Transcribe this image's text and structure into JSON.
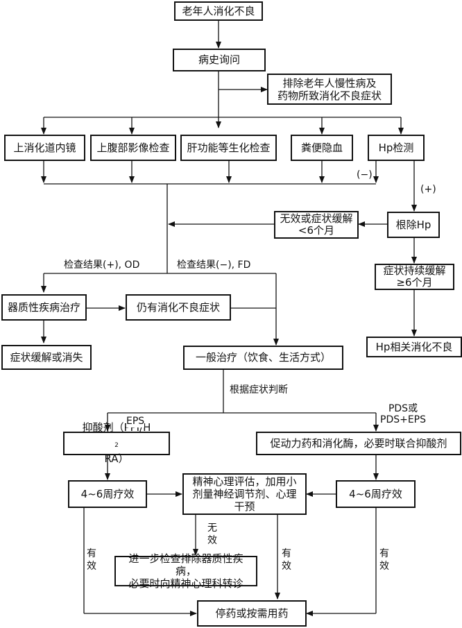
{
  "nodes": {
    "elderly_dyspepsia": "老年人消化不良",
    "history": "病史询问",
    "exclude": [
      "排除老年人慢性病及",
      "药物所致消化不良症状"
    ],
    "endoscopy": "上消化道内镜",
    "imaging": "上腹部影像检查",
    "liver": "肝功能等生化检查",
    "occult_blood": "粪便隐血",
    "hp_test": "Hp检测",
    "eradicate": "根除Hp",
    "ineffective": [
      "无效或症状缓解",
      "<6个月"
    ],
    "sustained": [
      "症状持续缓解",
      "≥6个月"
    ],
    "hp_dyspepsia": "Hp相关消化不良",
    "organic_treatment": "器质性疾病治疗",
    "still_symptoms": "仍有消化不良症状",
    "relief": "症状缓解或消失",
    "general": "一般治疗（饮食、生活方式）",
    "acid": {
      "prefix": "抑酸剂（PPI/H",
      "sub": "2",
      "suffix": "RA）"
    },
    "prokinetic": "促动力药和消化酶，必要时联合抑酸剂",
    "weeks_left": "4~6周疗效",
    "weeks_right": "4~6周疗效",
    "psych": [
      "精神心理评估，加用小",
      "剂量神经调节剂、心理",
      "干预"
    ],
    "further": [
      "进一步检查排除器质性疾病，",
      "必要时向精神心理科转诊"
    ],
    "stop": "停药或按需用药"
  },
  "labels": {
    "hp_neg": "(−)",
    "hp_pos": "(+)",
    "result_pos": "检查结果(+), OD",
    "result_neg": "检查结果(−), FD",
    "by_symptoms": "根据症状判断",
    "eps": "EPS",
    "pds": [
      "PDS或",
      "PDS+EPS"
    ],
    "no_effect": [
      "无",
      "效"
    ],
    "effective_1": [
      "有",
      "效"
    ],
    "effective_2": [
      "有",
      "效"
    ],
    "effective_3": [
      "有",
      "效"
    ]
  }
}
